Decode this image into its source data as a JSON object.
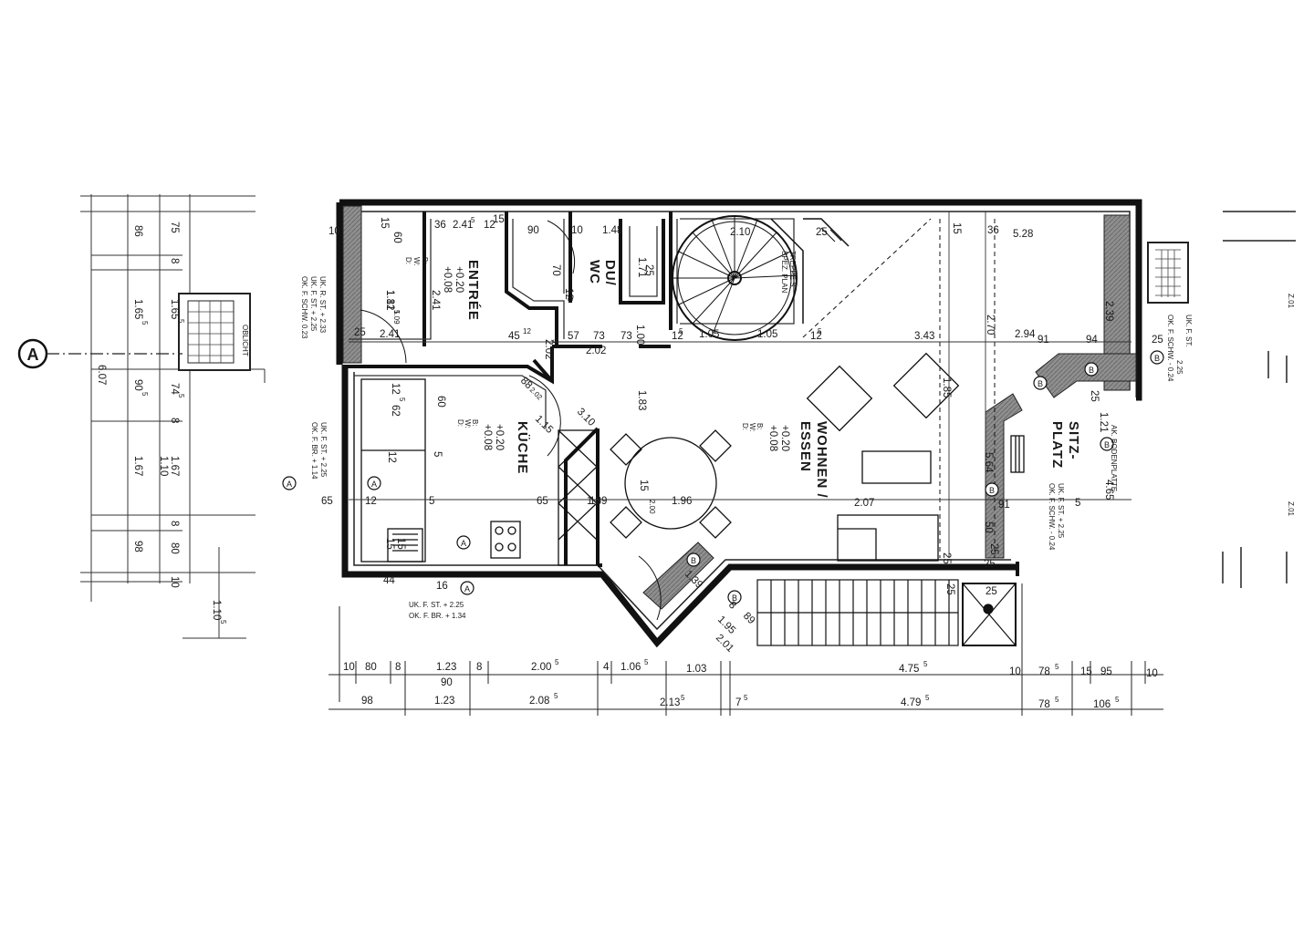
{
  "section_marker": "A",
  "rooms": {
    "entree": "ENTRÉE",
    "du_wc_1": "DU/",
    "du_wc_2": "WC",
    "kueche": "KÜCHE",
    "wohnen_1": "WOHNEN /",
    "wohnen_2": "ESSEN",
    "sitzplatz_1": "SITZ-",
    "sitzplatz_2": "PLATZ"
  },
  "room_specs": {
    "entree": [
      "+0.20",
      "+0.08",
      "2.41",
      "B:",
      "W:",
      "D:"
    ],
    "kueche": [
      "+0.20",
      "+0.08",
      "B:",
      "W:",
      "D:"
    ],
    "wohnen": [
      "+0.20",
      "+0.08",
      "B:",
      "W:",
      "D:"
    ]
  },
  "notes": {
    "oblicht": "OBLICHT",
    "treppe_1": "TREPPE S.",
    "treppe_2": "SPEZ. PLAN",
    "west_1": "UK. R. ST. + 2.33",
    "west_2": "UK. F. ST. + 2.25",
    "west_3": "OK. F. SCHW. 0.23",
    "west_k1": "UK. F. ST. + 2.25",
    "west_k2": "OK. F. BR. + 1.14",
    "bottom_1": "UK. F. ST. + 2.25",
    "bottom_2": "OK. F. BR. + 1.34",
    "east_1": "UK. F. ST.",
    "east_2": "2.25",
    "east_3": "OK. F. SCHW. - 0.24",
    "east_4": "UK. F. ST. + 2.25",
    "east_5": "OK. F. SCHW. - 0.24",
    "boden": "AK. BODENPLATTE",
    "margin_top": "Z.01",
    "margin_bottom": "Z.01"
  },
  "markers": {
    "a": "A",
    "b": "B"
  },
  "dims_bottom_row1": [
    "10",
    "80",
    "8",
    "1.23",
    "8",
    "2.00",
    "5",
    "4",
    "1.06",
    "5",
    "1.03",
    "4.75",
    "5",
    "10",
    "78",
    "5",
    "15",
    "95",
    "10"
  ],
  "dims_bottom_row2": [
    "90",
    "98",
    "1.23",
    "2.08",
    "5",
    "2.13",
    "5",
    "7",
    "5",
    "4.79",
    "5",
    "78",
    "5",
    "106",
    "5"
  ],
  "dims_left_outer": [
    "86",
    "1.65",
    "5",
    "90",
    "5",
    "1.67",
    "98",
    "6.07"
  ],
  "dims_left_inner": [
    "75",
    "8",
    "1.65",
    "5",
    "74",
    "5",
    "8",
    "1.10",
    "1.67",
    "8",
    "80",
    "10",
    "1.10",
    "5"
  ],
  "dims_top": [
    "10",
    "15",
    "60",
    "36",
    "2.41",
    "5",
    "12",
    "15",
    "90",
    "10",
    "1.48",
    "2.10",
    "15",
    "36",
    "5.28",
    "25"
  ],
  "dims_interior": [
    "1.81",
    "5",
    "2.41",
    "25",
    "45",
    "12",
    "2.02",
    "5",
    "57",
    "73",
    "2.02",
    "73",
    "1.00",
    "12",
    "5",
    "1.05",
    "1.05",
    "12",
    "5",
    "3.43",
    "91",
    "94",
    "25",
    "1.71",
    "70",
    "12",
    "5",
    "2.39",
    "2.70",
    "12",
    "5",
    "62",
    "12",
    "5",
    "1.83",
    "3.10",
    "1.15",
    "88",
    "2.02",
    "12",
    "5",
    "65",
    "1.39",
    "1.96",
    "15",
    "2.00",
    "2.07",
    "5",
    "4.65",
    "1.85",
    "2.94",
    "5.64",
    "91",
    "50",
    "25",
    "1.39",
    "8",
    "1.95",
    "2.01",
    "89",
    "44",
    "16",
    "25",
    "25",
    "25",
    "25",
    "10",
    "15",
    "15",
    "65",
    "60",
    "25",
    "25",
    "1.21",
    "1.12",
    "1.09"
  ]
}
